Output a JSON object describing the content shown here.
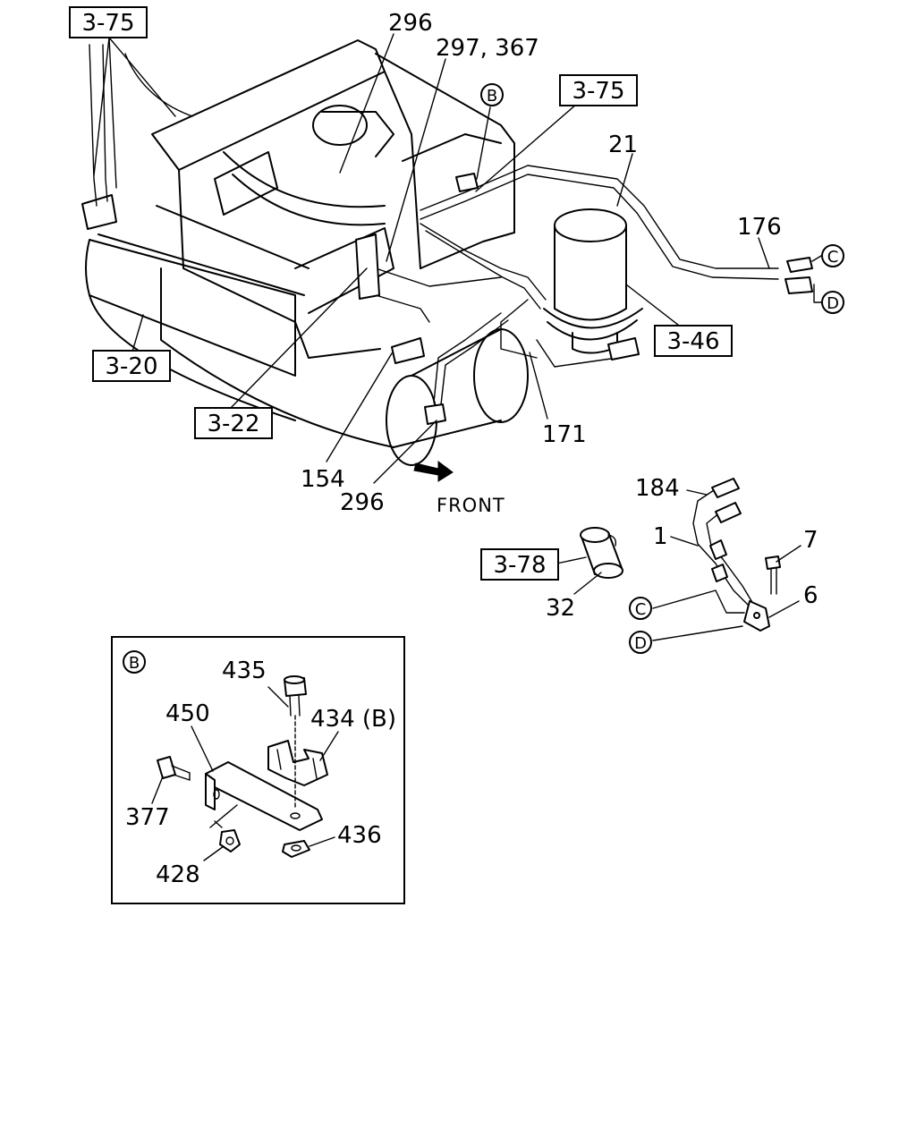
{
  "refs": {
    "ref_3_75_top": "3-75",
    "ref_3_75_mid": "3-75",
    "ref_3_20": "3-20",
    "ref_3_22": "3-22",
    "ref_3_46": "3-46",
    "ref_3_78": "3-78"
  },
  "parts": {
    "p296_top": "296",
    "p297_367": "297, 367",
    "p21": "21",
    "p176": "176",
    "p154": "154",
    "p296_bottom": "296",
    "p171": "171",
    "p184": "184",
    "p1": "1",
    "p7": "7",
    "p6": "6",
    "p32": "32"
  },
  "callouts": {
    "B_top": "B",
    "C_top": "C",
    "D_top": "D",
    "C_lower": "C",
    "D_lower": "D"
  },
  "front_label": "FRONT",
  "detail_b": {
    "marker": "B",
    "p435": "435",
    "p450": "450",
    "p434": "434 (B)",
    "p377": "377",
    "p436": "436",
    "p428": "428"
  }
}
